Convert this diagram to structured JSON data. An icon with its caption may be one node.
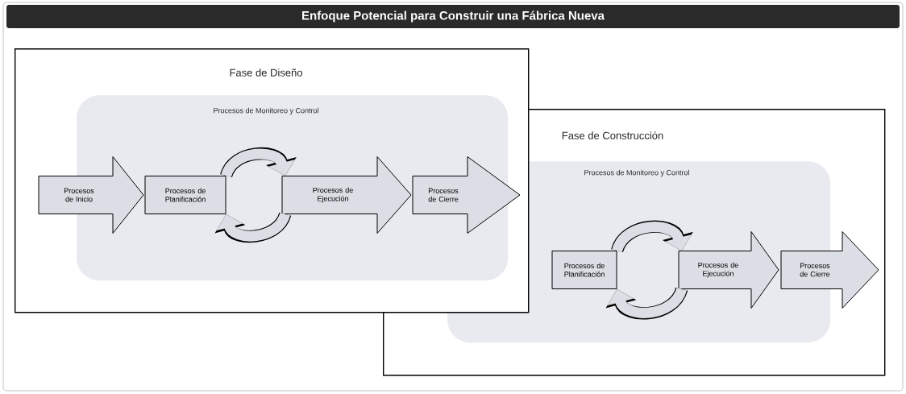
{
  "diagram": {
    "title": "Enfoque Potencial para Construir una Fábrica Nueva",
    "nodes": [
      {
        "text": [
          "Fase de Diseño"
        ]
      },
      {
        "text": [
          "Procesos de Monitoreo y Control"
        ],
        "in": 0
      },
      {
        "text": [
          "Procesos de Inicio"
        ],
        "in": 0
      },
      {
        "text": [
          "Procesos de Planificación"
        ],
        "in": 1
      },
      {
        "text": [
          "Procesos de Ejecución"
        ],
        "in": 1
      },
      {
        "text": [
          "Procesos de Cierre"
        ]
      },
      {
        "text": [
          "Fase de Construcción"
        ]
      },
      {
        "text": [
          "Procesos de Monitoreo y Control"
        ],
        "in": 6
      },
      {
        "text": [
          "Procesos de Planificación"
        ],
        "in": 7
      },
      {
        "text": [
          "Procesos de Ejecución"
        ],
        "in": 7
      },
      {
        "text": [
          "Procesos de Cierre"
        ],
        "in": 6
      }
    ],
    "edges": [
      {
        "from": 3,
        "to": 4,
        "arrow": "to"
      },
      {
        "from": 4,
        "to": 3,
        "arrow": "to"
      },
      {
        "from": 8,
        "to": 9,
        "arrow": "to"
      },
      {
        "from": 9,
        "to": 8,
        "arrow": "to"
      }
    ]
  }
}
